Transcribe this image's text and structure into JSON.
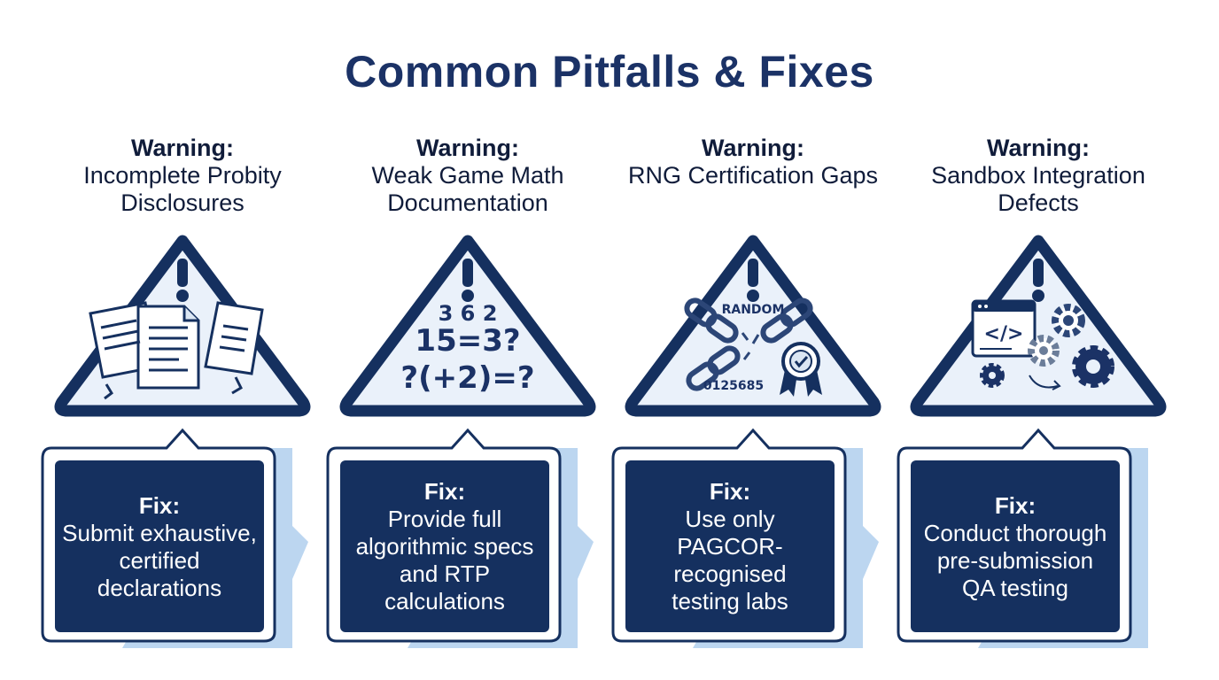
{
  "title": "Common Pitfalls & Fixes",
  "warning_label": "Warning:",
  "fix_label": "Fix:",
  "colors": {
    "navy": "#15305f",
    "title": "#1b3266",
    "light_blue": "#bcd6f0",
    "triangle_fill": "#eaf1fa"
  },
  "pitfalls": [
    {
      "warning": "Incomplete Probity Disclosures",
      "icon": "torn-documents-icon",
      "fix": "Submit exhaustive, certified declarations"
    },
    {
      "warning": "Weak Game Math Documentation",
      "icon": "math-equation-icon",
      "icon_lines": [
        "3 6 2",
        "15=3?",
        "?(+2)=?"
      ],
      "fix": "Provide full algorithmic specs and RTP calculations"
    },
    {
      "warning": "RNG Certification Gaps",
      "icon": "broken-chain-icon",
      "icon_labels": [
        "RANDOM",
        "0125685"
      ],
      "fix": "Use only PAGCOR-recognised testing labs"
    },
    {
      "warning": "Sandbox Integration Defects",
      "icon": "code-window-gears-icon",
      "icon_code": "</>",
      "fix": "Conduct thorough pre-submission QA testing"
    }
  ]
}
